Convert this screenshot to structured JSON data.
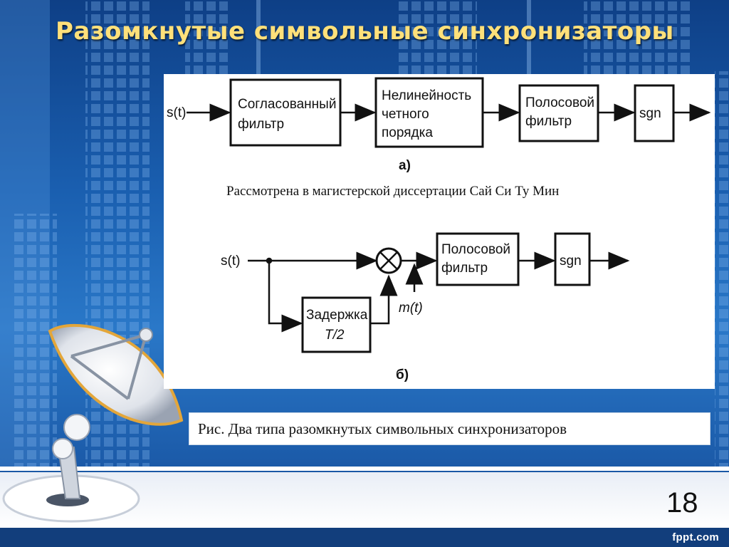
{
  "slide": {
    "title": "Разомкнутые символьные синхронизаторы",
    "note": "Рассмотрена в магистерской диссертации Сай Си Ту Мин",
    "caption": "Рис. Два типа разомкнутых символьных синхронизаторов",
    "page_number": "18",
    "footer_brand": "fppt.com"
  },
  "diagram_a": {
    "input_label": "s(t)",
    "block_matched_filter": [
      "Согласованный",
      "фильтр"
    ],
    "block_nonlinearity": [
      "Нелинейность",
      "четного",
      "порядка"
    ],
    "block_bandpass": [
      "Полосовой",
      "фильтр"
    ],
    "block_sgn": "sgn",
    "sub_label": "а)"
  },
  "diagram_b": {
    "input_label": "s(t)",
    "block_delay": [
      "Задержка",
      "T/2"
    ],
    "block_bandpass": [
      "Полосовой",
      "фильтр"
    ],
    "block_sgn": "sgn",
    "signal_label": "m(t)",
    "sub_label": "б)"
  },
  "colors": {
    "title": "#ffe07a",
    "background": "#1a5fb0",
    "ink": "#111111"
  },
  "icons": [
    "satellite-dish-icon"
  ]
}
